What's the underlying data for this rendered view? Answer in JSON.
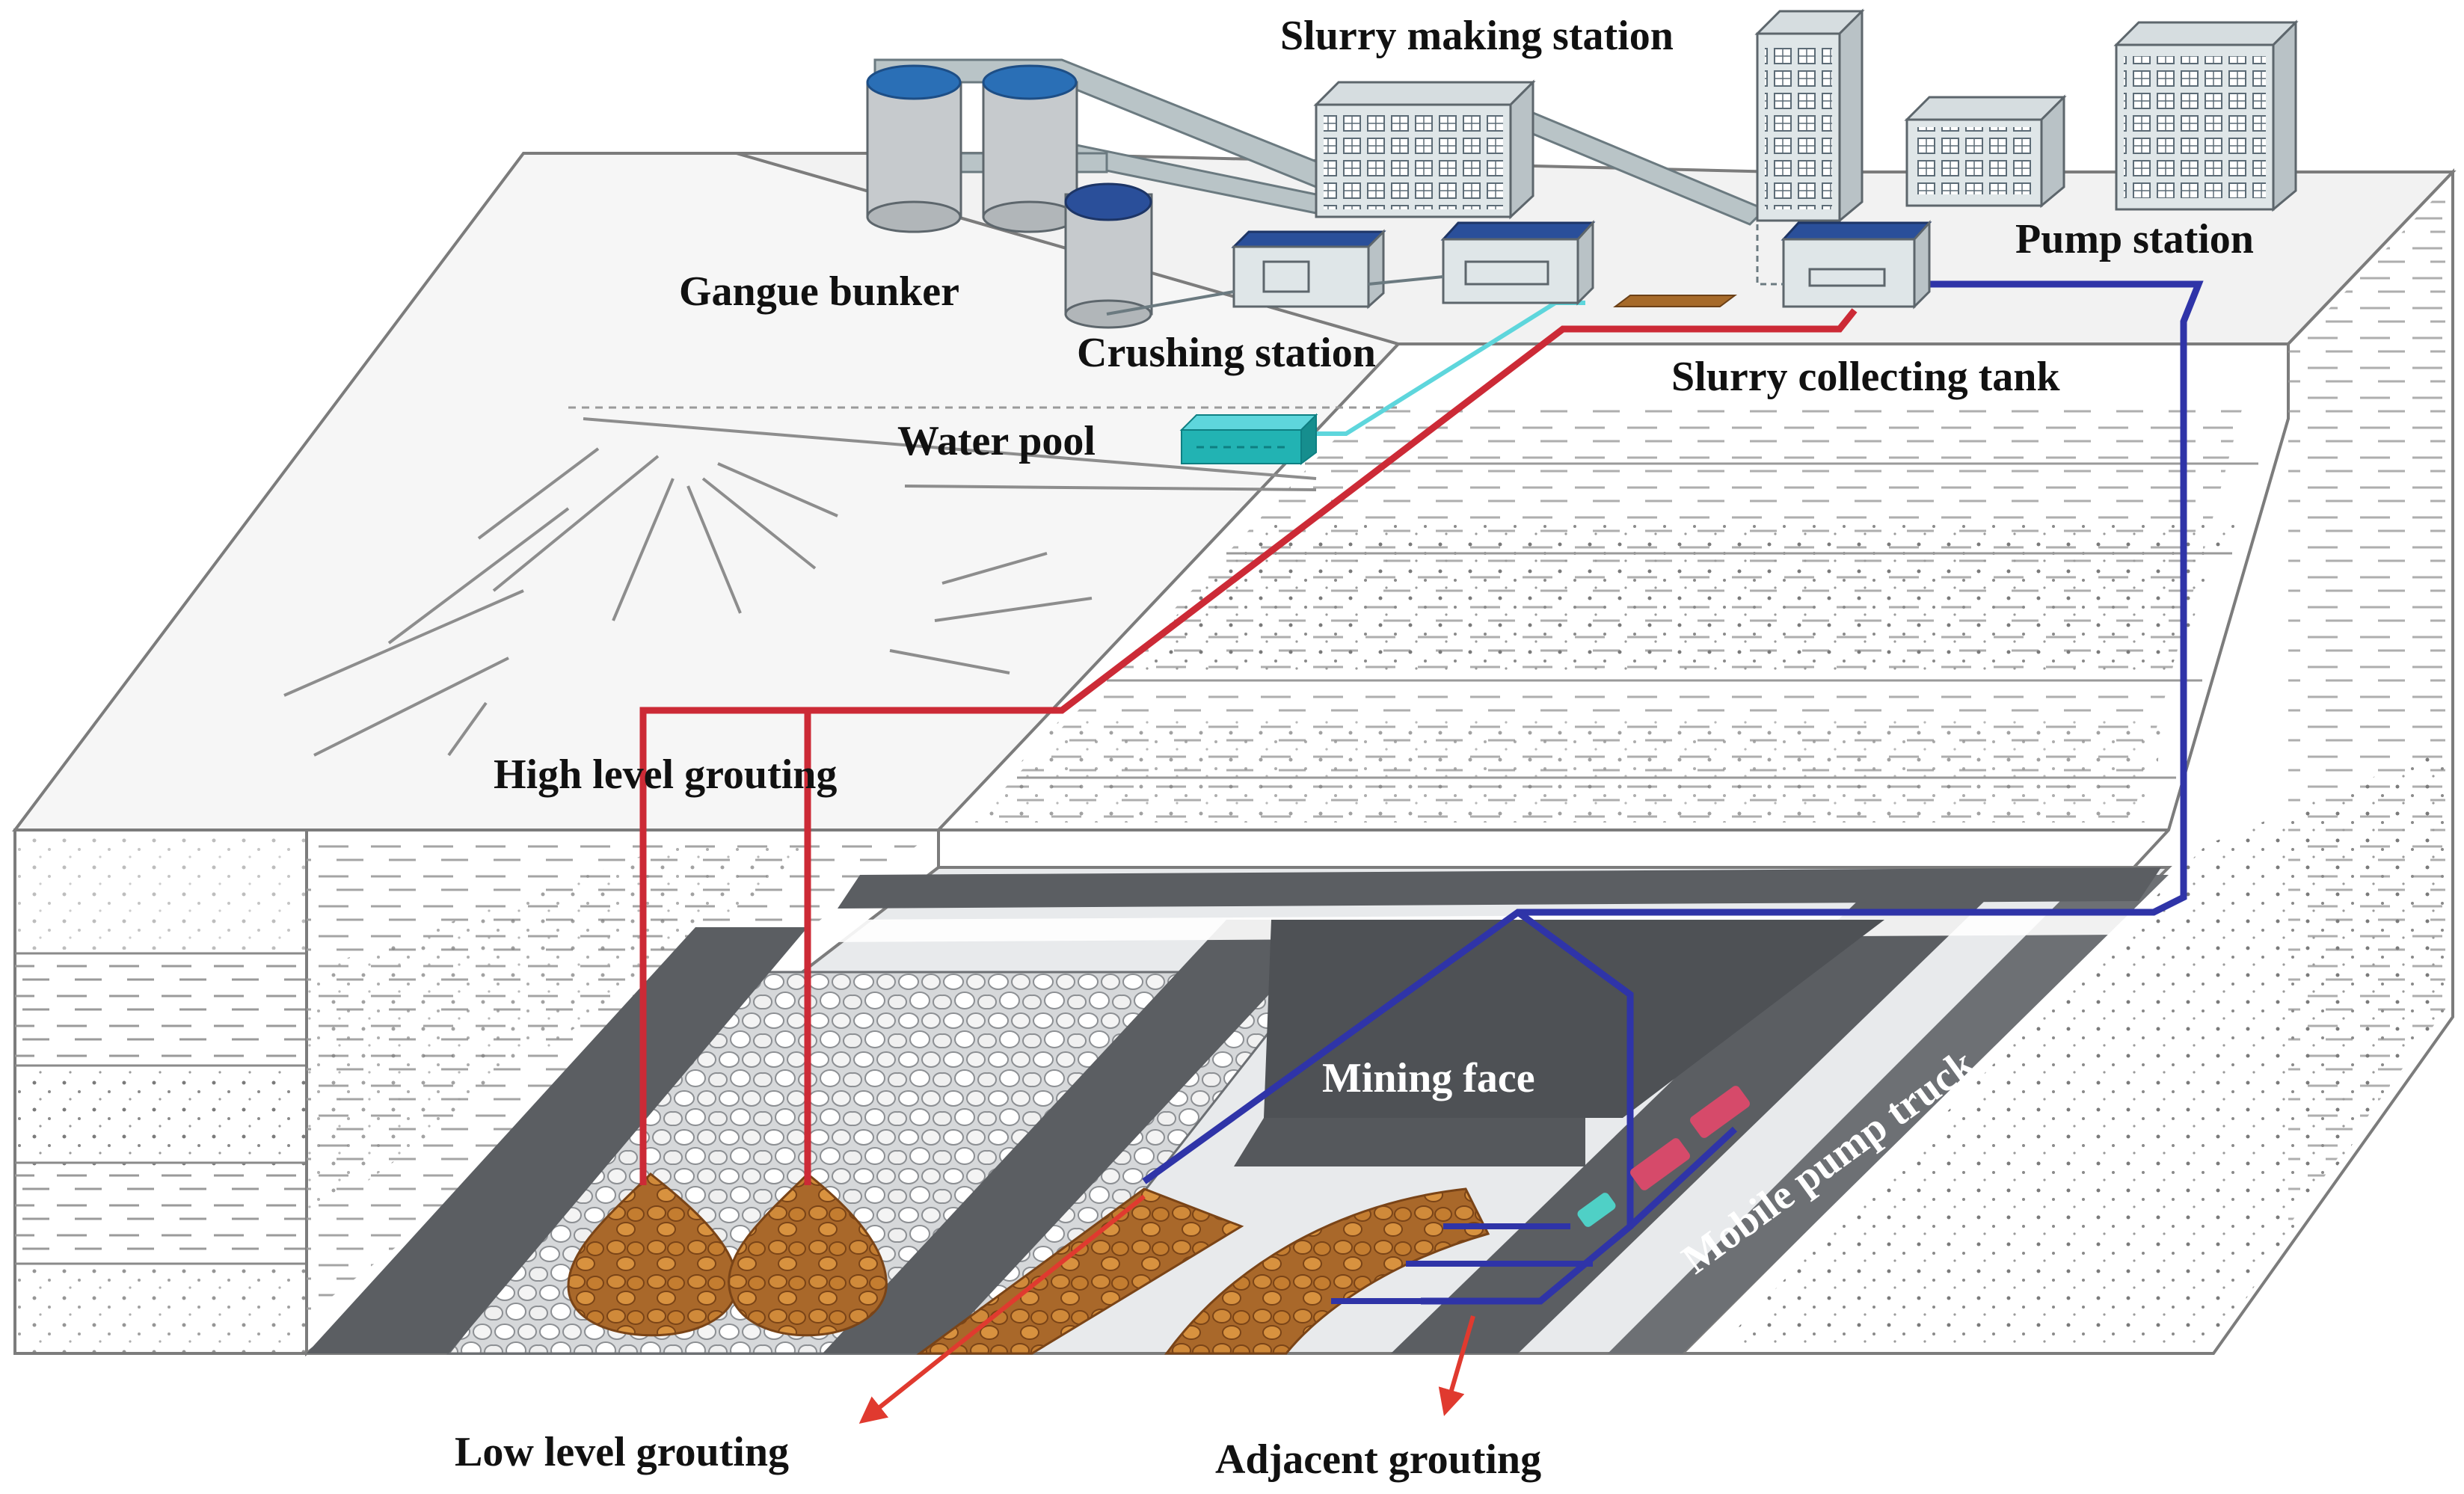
{
  "labels": {
    "slurry_making_station": "Slurry making station",
    "pump_station": "Pump station",
    "gangue_bunker": "Gangue bunker",
    "crushing_station": "Crushing station",
    "slurry_collecting_tank": "Slurry collecting tank",
    "water_pool": "Water pool",
    "high_level_grouting": "High level grouting",
    "mining_face": "Mining face",
    "mobile_pump_truck": "Mobile pump truck",
    "low_level_grouting": "Low level grouting",
    "adjacent_grouting": "Adjacent grouting"
  },
  "colors": {
    "red_pipe": "#cc2a36",
    "blue_pipe": "#2f34a8",
    "water_pipe": "#5ed6dc",
    "building_roof_blue": "#2a4f9a",
    "water_pool": "#22b3b3",
    "grout_fill": "#b8742c",
    "roadway_dark": "#55585c",
    "arrow": "#e03a2f"
  },
  "icons": [
    "building-icon",
    "silo-icon",
    "conveyor-icon",
    "pipe-icon",
    "arrow-icon",
    "pump-truck-icon"
  ]
}
